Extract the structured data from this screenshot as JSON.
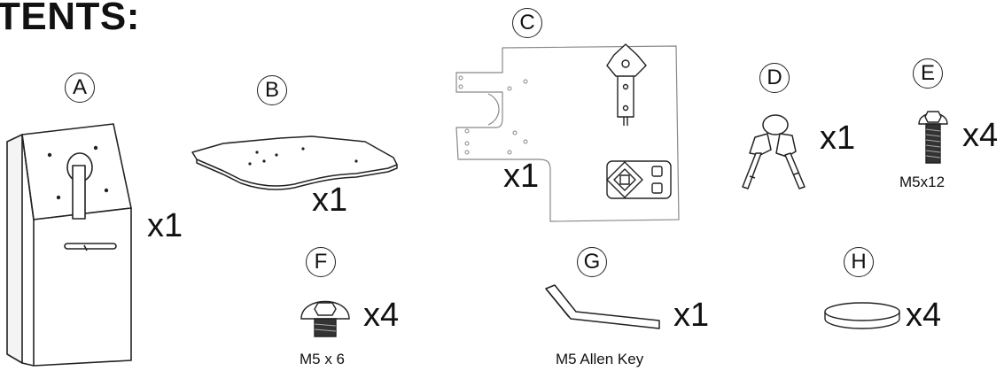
{
  "page": {
    "title": "TENTS:"
  },
  "parts": [
    {
      "letter": "A",
      "qty": "x1",
      "caption": ""
    },
    {
      "letter": "B",
      "qty": "x1",
      "caption": ""
    },
    {
      "letter": "C",
      "qty": "x1",
      "caption": ""
    },
    {
      "letter": "D",
      "qty": "x1",
      "caption": ""
    },
    {
      "letter": "E",
      "qty": "x4",
      "caption": "M5x12"
    },
    {
      "letter": "F",
      "qty": "x4",
      "caption": "M5 x 6"
    },
    {
      "letter": "G",
      "qty": "x1",
      "caption": "M5 Allen Key"
    },
    {
      "letter": "H",
      "qty": "x4",
      "caption": ""
    }
  ]
}
